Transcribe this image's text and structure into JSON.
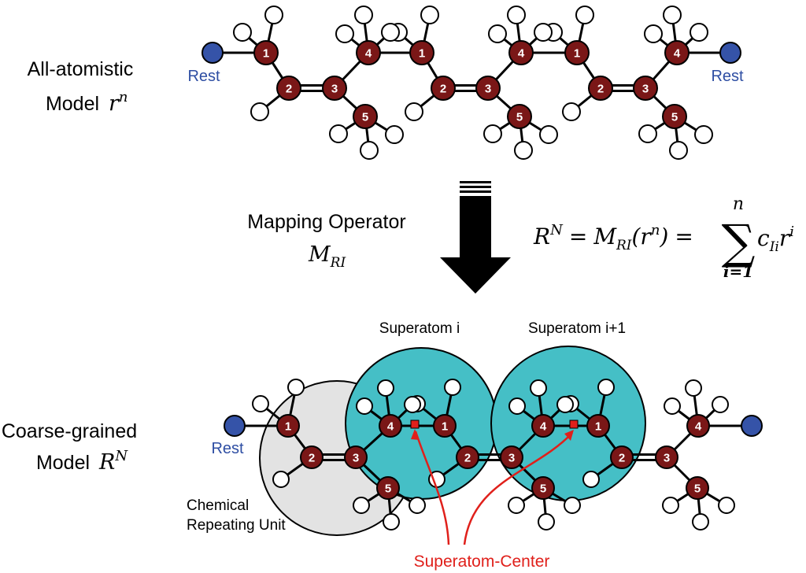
{
  "top": {
    "label_line1": "All-atomistic",
    "label_line2": "Model",
    "var_base": "r",
    "var_sup": "n",
    "rest_left": "Rest",
    "rest_right": "Rest"
  },
  "arrow": {
    "label": "Mapping Operator",
    "operator_base": "M",
    "operator_sub": "RI"
  },
  "equation": {
    "lhs_base": "R",
    "lhs_sup": "N",
    "eq1": "=",
    "op_base": "M",
    "op_sub": "RI",
    "arg_open": "(r",
    "arg_sup": "n",
    "arg_close": ")",
    "eq2": "=",
    "sum_symbol": "∑",
    "sum_upper": "n",
    "sum_lower": "i=1",
    "term_base": "c",
    "term_sub": "Ii",
    "term_r": "r",
    "term_sup": "i"
  },
  "bottom": {
    "label_line1": "Coarse-grained",
    "label_line2": "Model",
    "var_base": "R",
    "var_sup": "N",
    "rest_left": "Rest",
    "superatom_i": "Superatom i",
    "superatom_i1": "Superatom i+1",
    "cru_line1": "Chemical",
    "cru_line2": "Repeating Unit",
    "center_label": "Superatom-Center"
  },
  "carbon_labels": [
    "1",
    "2",
    "3",
    "4",
    "5"
  ],
  "colors": {
    "carbon": "#7a1717",
    "hydrogen": "#ffffff",
    "rest_atom": "#3553a8",
    "superatom_fill": "#45bfc6",
    "cru_fill": "#e3e3e3",
    "center_marker": "#e0201b",
    "arrow": "#000000"
  }
}
